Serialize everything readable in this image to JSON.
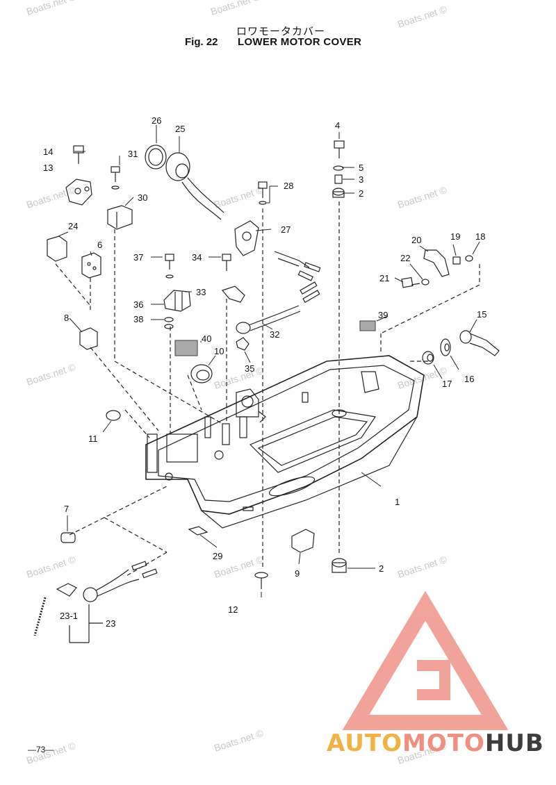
{
  "header": {
    "jp_title": "ロワモータカバー",
    "fig_label": "Fig. 22",
    "fig_title": "LOWER MOTOR COVER"
  },
  "page_number": "—73—",
  "watermark": "Boats.net ©",
  "brand": {
    "part1": "AUTO",
    "part2": "MOTO",
    "part3": "HUB"
  },
  "colors": {
    "line": "#222222",
    "watermark": "#c8c8c8",
    "logo_red": "#f19a8f",
    "logo_yellow": "#f2b143",
    "logo_dark": "#3d3d3d"
  },
  "callouts": [
    {
      "id": "c1",
      "label": "1"
    },
    {
      "id": "c2a",
      "label": "2"
    },
    {
      "id": "c2b",
      "label": "2"
    },
    {
      "id": "c3",
      "label": "3"
    },
    {
      "id": "c4",
      "label": "4"
    },
    {
      "id": "c5",
      "label": "5"
    },
    {
      "id": "c6",
      "label": "6"
    },
    {
      "id": "c7",
      "label": "7"
    },
    {
      "id": "c8",
      "label": "8"
    },
    {
      "id": "c9",
      "label": "9"
    },
    {
      "id": "c10",
      "label": "10"
    },
    {
      "id": "c11",
      "label": "11"
    },
    {
      "id": "c12",
      "label": "12"
    },
    {
      "id": "c13",
      "label": "13"
    },
    {
      "id": "c14",
      "label": "14"
    },
    {
      "id": "c15",
      "label": "15"
    },
    {
      "id": "c16",
      "label": "16"
    },
    {
      "id": "c17",
      "label": "17"
    },
    {
      "id": "c18",
      "label": "18"
    },
    {
      "id": "c19",
      "label": "19"
    },
    {
      "id": "c20",
      "label": "20"
    },
    {
      "id": "c21",
      "label": "21"
    },
    {
      "id": "c22",
      "label": "22"
    },
    {
      "id": "c23",
      "label": "23"
    },
    {
      "id": "c23_1",
      "label": "23-1"
    },
    {
      "id": "c24",
      "label": "24"
    },
    {
      "id": "c25",
      "label": "25"
    },
    {
      "id": "c26",
      "label": "26"
    },
    {
      "id": "c27",
      "label": "27"
    },
    {
      "id": "c28",
      "label": "28"
    },
    {
      "id": "c29",
      "label": "29"
    },
    {
      "id": "c30",
      "label": "30"
    },
    {
      "id": "c31",
      "label": "31"
    },
    {
      "id": "c32",
      "label": "32"
    },
    {
      "id": "c33",
      "label": "33"
    },
    {
      "id": "c34",
      "label": "34"
    },
    {
      "id": "c35",
      "label": "35"
    },
    {
      "id": "c36",
      "label": "36"
    },
    {
      "id": "c37",
      "label": "37"
    },
    {
      "id": "c38",
      "label": "38"
    },
    {
      "id": "c39",
      "label": "39"
    },
    {
      "id": "c40",
      "label": "40"
    }
  ]
}
